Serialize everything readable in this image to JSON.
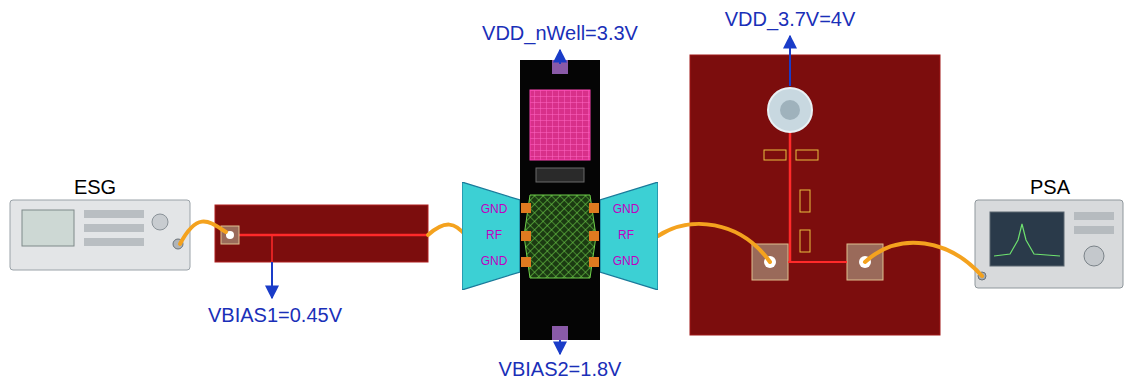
{
  "diagram": {
    "nodes": [
      {
        "text": [
          "ESG"
        ]
      },
      {
        "text": [
          "GND",
          "RF",
          "GND"
        ]
      },
      {
        "text": [
          "GND",
          "RF",
          "GND"
        ]
      },
      {
        "text": [
          "PSA"
        ]
      }
    ],
    "labels": [
      "VDD_nWell=3.3V",
      "VDD_3.7V=4V",
      "VBIAS1=0.45V",
      "VBIAS2=1.8V"
    ]
  }
}
